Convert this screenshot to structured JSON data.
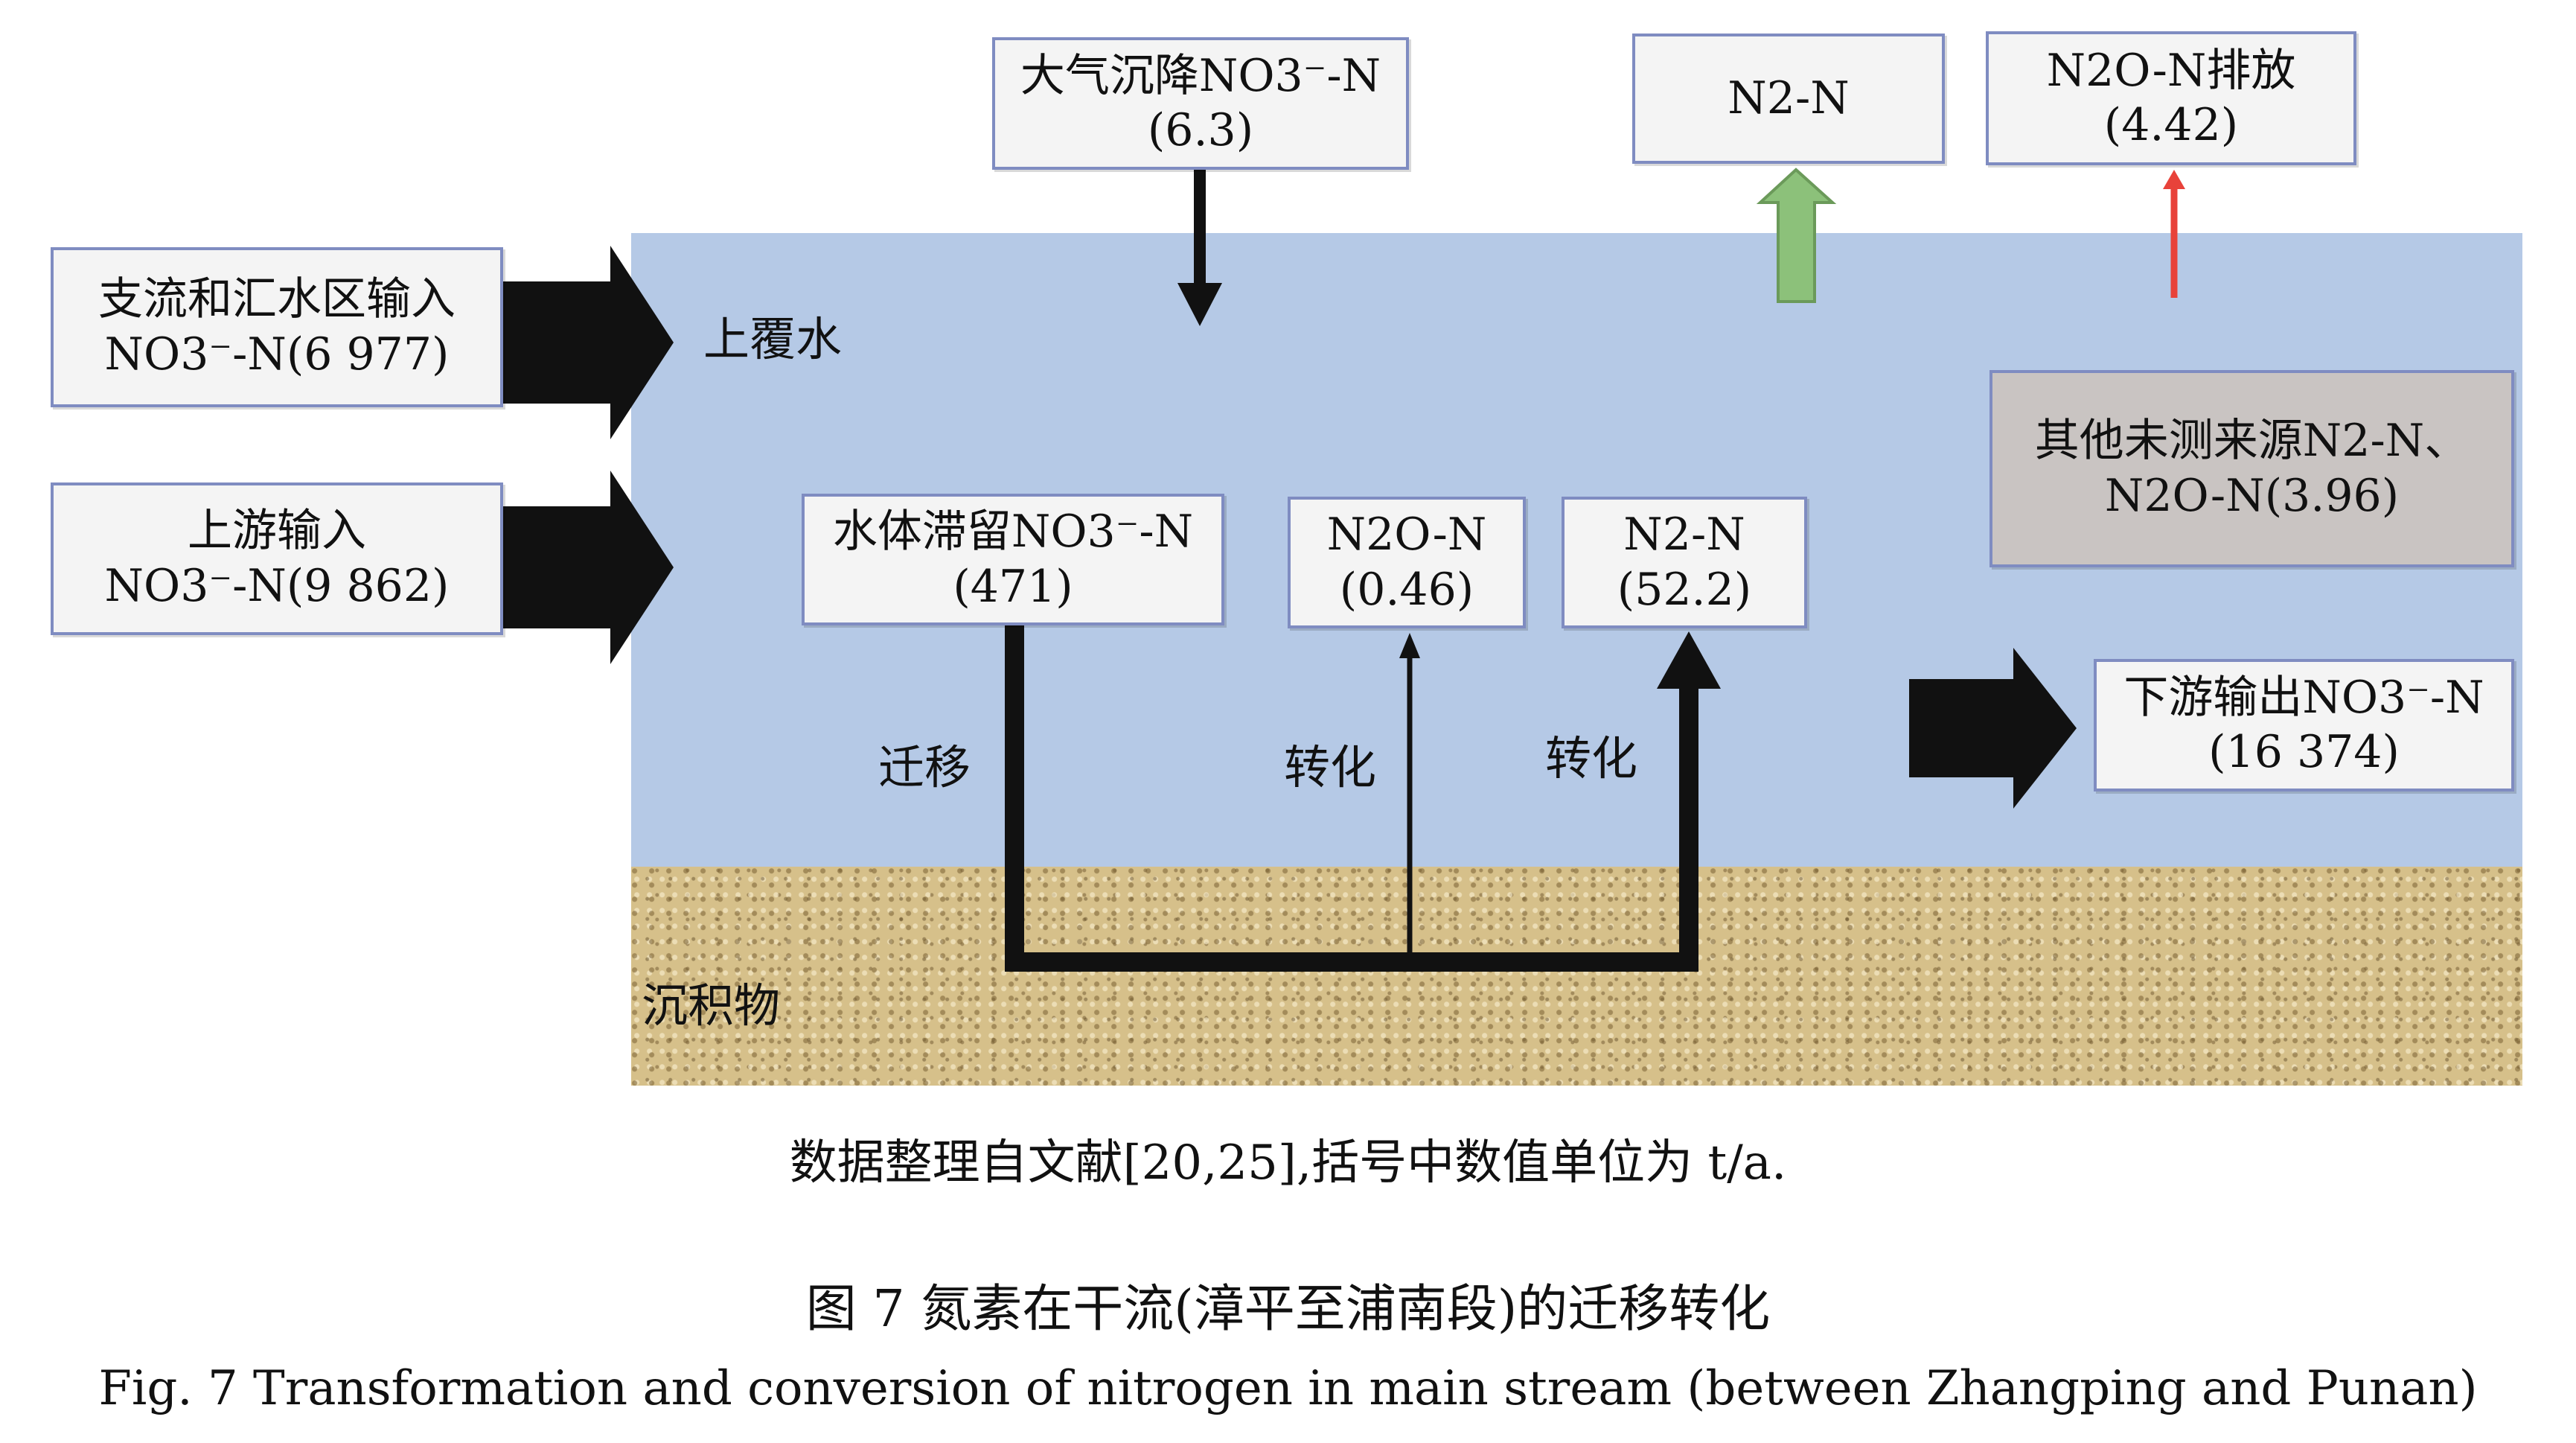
{
  "boxes": {
    "atmospheric": {
      "line1": "大气沉降NO3⁻-N",
      "line2": "(6.3)"
    },
    "n2_emit": {
      "line1": "N2-N"
    },
    "n2o_emit": {
      "line1": "N2O-N排放",
      "line2": "(4.42)"
    },
    "tributary": {
      "line1": "支流和汇水区输入",
      "line2": "NO3⁻-N(6 977)"
    },
    "upstream": {
      "line1": "上游输入",
      "line2": "NO3⁻-N(9 862)"
    },
    "retention": {
      "line1": "水体滞留NO3⁻-N",
      "line2": "(471)"
    },
    "n2o_inner": {
      "line1": "N2O-N",
      "line2": "(0.46)"
    },
    "n2_inner": {
      "line1": "N2-N",
      "line2": "(52.2)"
    },
    "other": {
      "line1": "其他未测来源N2-N、",
      "line2": "N2O-N(3.96)"
    },
    "downstream": {
      "line1": "下游输出NO3⁻-N",
      "line2": "(16 374)"
    }
  },
  "labels": {
    "overlying_water": "上覆水",
    "sediment": "沉积物",
    "migration": "迁移",
    "transform1": "转化",
    "transform2": "转化"
  },
  "caption": {
    "note": "数据整理自文献[20,25],括号中数值单位为 t/a.",
    "title_cn": "图 7   氮素在干流(漳平至浦南段)的迁移转化",
    "title_en": "Fig. 7   Transformation and conversion of nitrogen in main stream (between Zhangping and Punan)"
  },
  "colors": {
    "water": "#b5c9e6",
    "sediment": "#d6c08a",
    "n2_arrow": "#8cc17a",
    "n2o_arrow": "#e8423a",
    "box_border": "#7f8cc1",
    "other_box": "#c9c4c2"
  }
}
